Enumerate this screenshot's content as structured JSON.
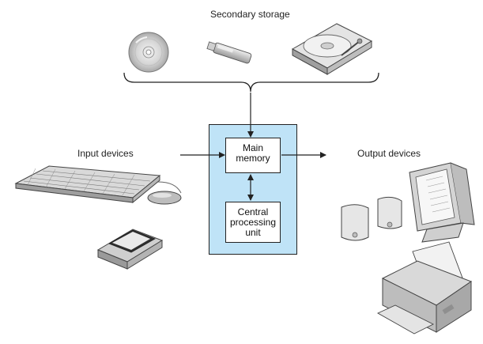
{
  "diagram": {
    "secondary_storage_label": "Secondary storage",
    "input_devices_label": "Input devices",
    "output_devices_label": "Output devices",
    "main_memory_line1": "Main",
    "main_memory_line2": "memory",
    "cpu_line1": "Central",
    "cpu_line2": "processing",
    "cpu_line3": "unit"
  },
  "colors": {
    "panel_fill": "#bfe3f7",
    "stroke": "#222222"
  },
  "icons": [
    "cd-disc-icon",
    "usb-drive-icon",
    "hard-disk-icon",
    "keyboard-icon",
    "mouse-icon",
    "scanner-icon",
    "speakers-icon",
    "monitor-icon",
    "printer-icon"
  ]
}
